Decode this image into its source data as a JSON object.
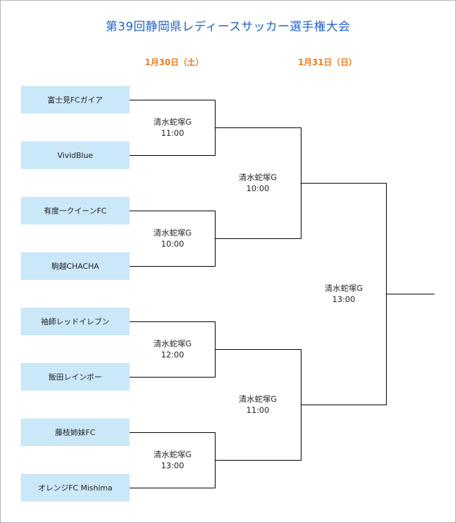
{
  "title": "第39回静岡県レディースサッカー選手権大会",
  "days": {
    "day1": "1月30日（土）",
    "day2": "1月31日（日）"
  },
  "teams": [
    "富士見FCガイア",
    "VividBlue",
    "有度一クイーンFC",
    "駒越CHACHA",
    "袖師レッドイレブン",
    "飯田レインボー",
    "藤枝姉妹FC",
    "オレンジFC Mishima"
  ],
  "round1": [
    {
      "venue": "清水蛇塚G",
      "time": "11:00"
    },
    {
      "venue": "清水蛇塚G",
      "time": "10:00"
    },
    {
      "venue": "清水蛇塚G",
      "time": "12:00"
    },
    {
      "venue": "清水蛇塚G",
      "time": "13:00"
    }
  ],
  "semifinals": [
    {
      "venue": "清水蛇塚G",
      "time": "10:00"
    },
    {
      "venue": "清水蛇塚G",
      "time": "11:00"
    }
  ],
  "final": {
    "venue": "清水蛇塚G",
    "time": "13:00"
  },
  "colors": {
    "title": "#1f62c8",
    "day_label": "#f07a1a",
    "team_box": "#cbe8f8",
    "line": "#000000"
  }
}
